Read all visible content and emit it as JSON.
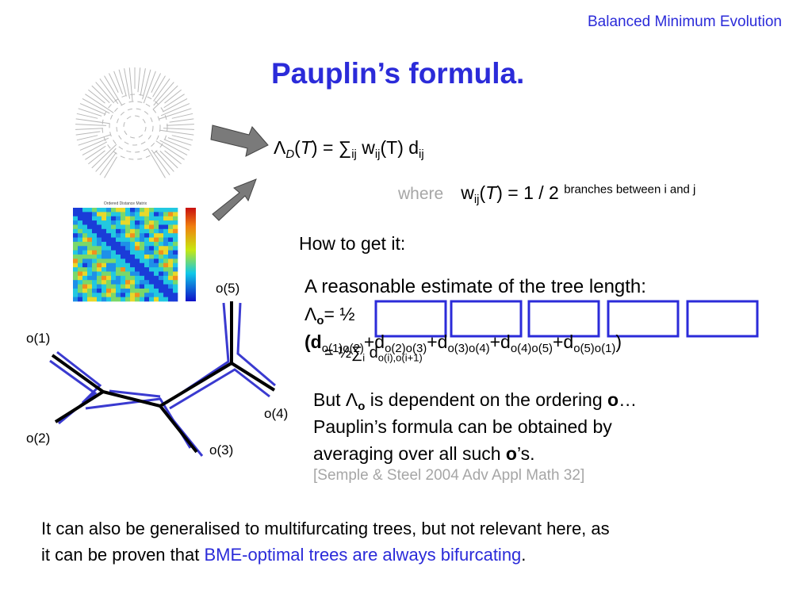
{
  "header": {
    "subject": "Balanced Minimum Evolution"
  },
  "title": "Pauplin’s formula.",
  "formula_main": {
    "lambda": "Λ",
    "sub_d": "D",
    "t": "T",
    "eq_sum": ") = ∑",
    "sub_ij": "ij",
    "w": " w",
    "sub_ij2": "ij",
    "paren_t": "(T",
    "tail": ") d",
    "sub_ij3": "ij"
  },
  "formula_weight": {
    "where": "where",
    "w": "w",
    "sub_ij": "ij",
    "t": "T",
    "eq": ") = 1 / 2",
    "sup_text": "branches between i and j"
  },
  "how_to": "How to get it:",
  "estimate": {
    "line1": "A reasonable estimate of the tree length:",
    "lambda": "Λ",
    "sub_o": "o",
    "eq_half": "= ½",
    "open": "(d",
    "t1": "o(1)o(2)",
    "p1": "+d",
    "t2": "o(2)o(3)",
    "p2": "+d",
    "t3": "o(3)o(4)",
    "p3": "+d",
    "t4": "o(4)o(5)",
    "p4": "+d",
    "t5": "o(5)o(1)",
    "close": ")",
    "sum_over": "= ½∑",
    "sum_sub_i": "i",
    "sum_d": " d",
    "sum_sub": "o(i),o(i+1)"
  },
  "dependence": {
    "l1a": "But Λ",
    "l1sub": "o",
    "l1b": " is dependent on the ordering ",
    "l1bold": "o",
    "l1c": "…",
    "l2": "Pauplin’s formula can be obtained by",
    "l3a": "averaging over all such ",
    "l3bold": "o",
    "l3b": "’s."
  },
  "reference": "[Semple & Steel 2004 Adv Appl Math 32]",
  "bottom": {
    "l1": "It can also be generalised to multifurcating trees, but not relevant here, as",
    "l2a": "it can be proven that ",
    "l2link": "BME-optimal trees are always bifurcating",
    "l2b": "."
  },
  "tree_labels": {
    "o1": "o(1)",
    "o2": "o(2)",
    "o3": "o(3)",
    "o4": "o(4)",
    "o5": "o(5)"
  },
  "heatmap_title": "Ordered Distance Matrix",
  "colors": {
    "accent_blue": "#2b2bd9",
    "gray": "#a6a6a6",
    "arrow_fill": "#7a7a7a"
  }
}
